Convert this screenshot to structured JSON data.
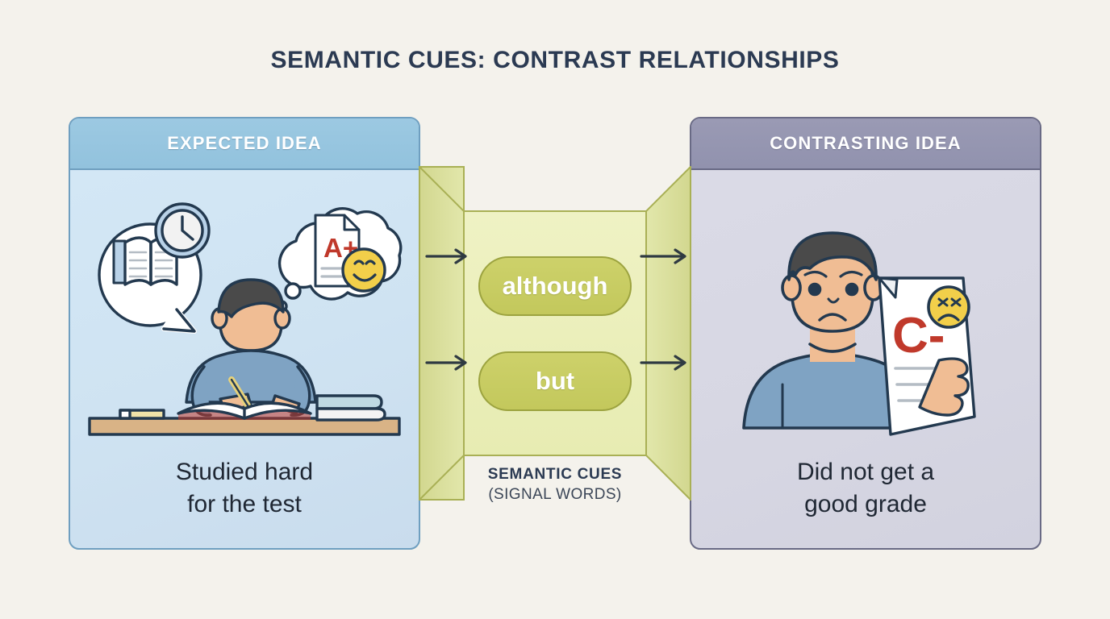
{
  "title": "SEMANTIC CUES: CONTRAST RELATIONSHIPS",
  "panels": {
    "expected": {
      "header": "EXPECTED IDEA",
      "caption_line1": "Studied hard",
      "caption_line2": "for the test",
      "illustration": {
        "name": "student-studying-illustration",
        "speech_bubble_items": [
          "open-book-icon",
          "clock-icon"
        ],
        "thought_bubble_items": [
          "a-plus-paper-icon",
          "smiling-face-icon"
        ],
        "grade_text": "A+",
        "desk_items": [
          "pencil-icon",
          "open-book-icon",
          "book-stack-icon"
        ]
      }
    },
    "contrasting": {
      "header": "CONTRASTING IDEA",
      "caption_line1": "Did not get a",
      "caption_line2": "good grade",
      "illustration": {
        "name": "sad-student-with-test-illustration",
        "grade_text": "C-",
        "face_icon": "frowning-face-icon"
      }
    }
  },
  "cues": {
    "pills": [
      "although",
      "but"
    ],
    "caption_main": "SEMANTIC CUES",
    "caption_sub": "(SIGNAL WORDS)"
  },
  "colors": {
    "background": "#f4f2ec",
    "title": "#2b3a52",
    "expected_header": "#92c2dd",
    "expected_body": "#cfe3f2",
    "expected_border": "#6f9fc0",
    "contrasting_header": "#9192ae",
    "contrasting_body": "#d7d7e3",
    "contrasting_border": "#696a85",
    "band_fill": "#eaeeb8",
    "band_edge": "#d5daa0",
    "band_border": "#a9b055",
    "pill_fill": "#c7cc61",
    "pill_border": "#9ca33f",
    "arrow": "#2f3a42",
    "grade_good": "#c0392b",
    "grade_bad": "#c0392b",
    "smiley": "#f2cf4a",
    "skin": "#f0bd94",
    "hair": "#4a4a4a",
    "shirt": "#7fa3c3",
    "ink": "#23394f"
  }
}
